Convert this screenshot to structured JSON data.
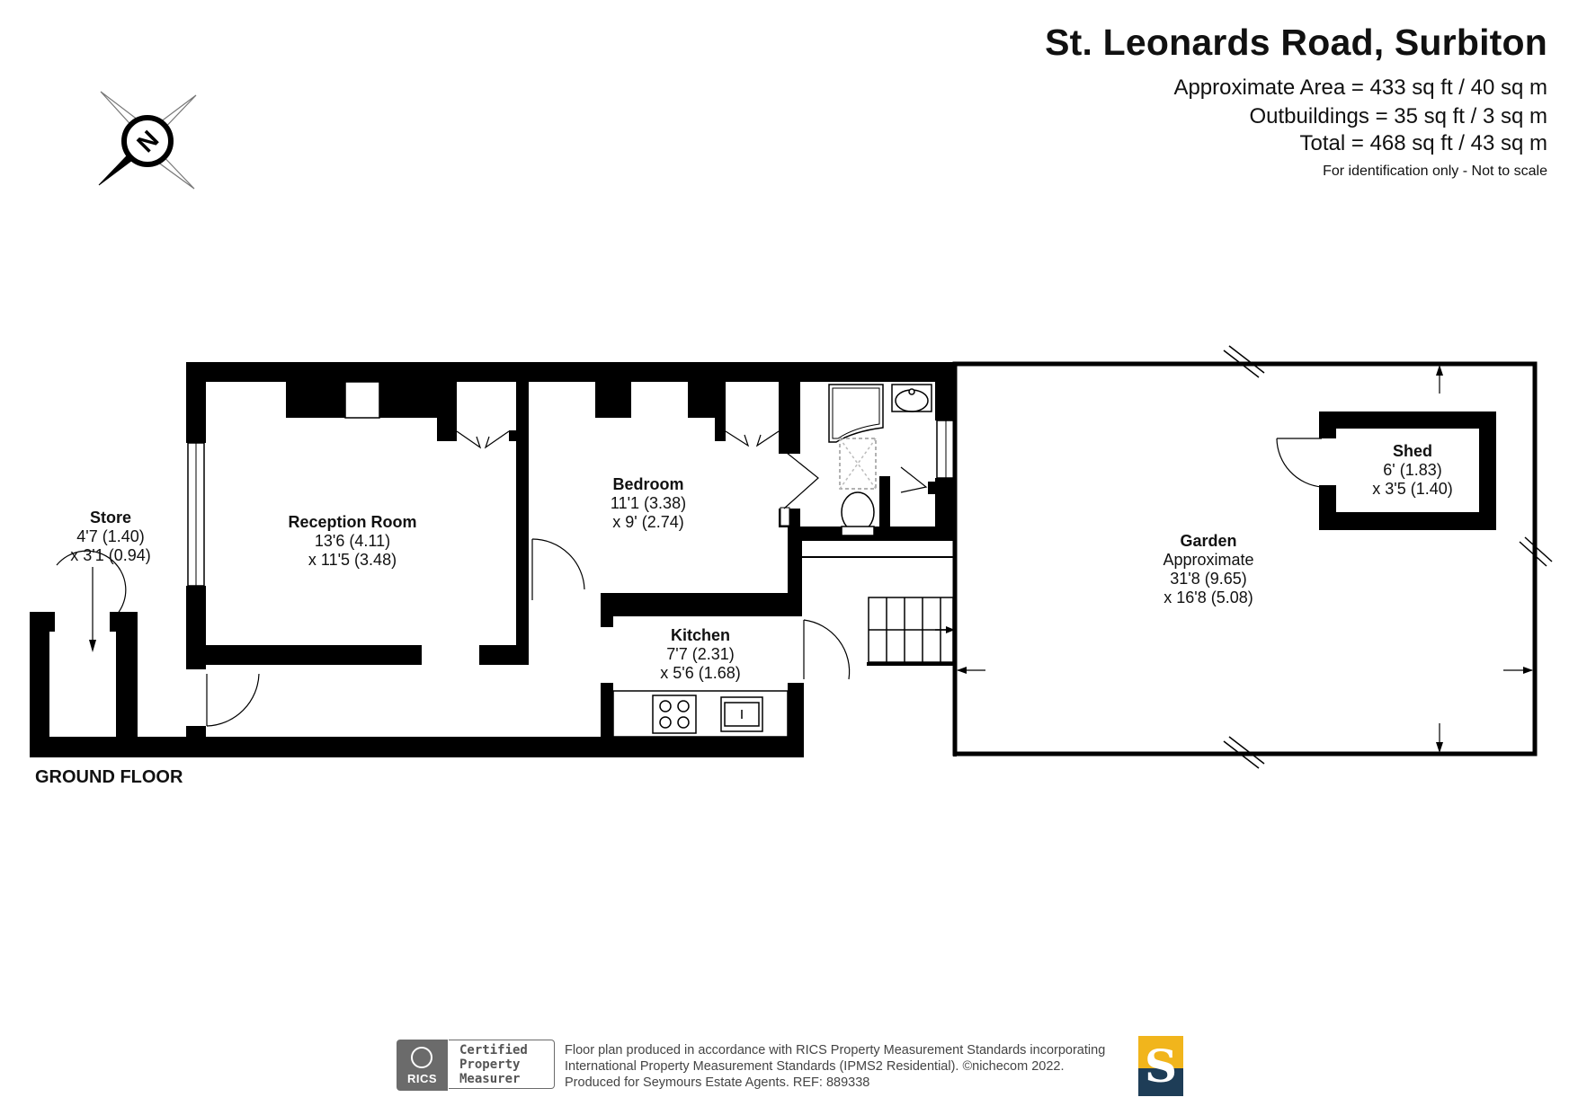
{
  "header": {
    "title": "St. Leonards Road, Surbiton",
    "approx_area": "Approximate Area = 433 sq ft / 40 sq m",
    "outbuildings": "Outbuildings = 35 sq ft / 3 sq m",
    "total": "Total = 468 sq ft / 43 sq m",
    "note": "For identification only - Not to scale"
  },
  "compass": {
    "letter": "N",
    "icon": "compass-north-icon"
  },
  "floor_label": "GROUND FLOOR",
  "rooms": {
    "store": {
      "name": "Store",
      "dim1": "4'7 (1.40)",
      "dim2": "x 3'1 (0.94)"
    },
    "reception": {
      "name": "Reception Room",
      "dim1": "13'6 (4.11)",
      "dim2": "x 11'5 (3.48)"
    },
    "bedroom": {
      "name": "Bedroom",
      "dim1": "11'1 (3.38)",
      "dim2": "x 9' (2.74)"
    },
    "kitchen": {
      "name": "Kitchen",
      "dim1": "7'7 (2.31)",
      "dim2": "x 5'6 (1.68)"
    },
    "garden": {
      "name": "Garden",
      "sub": "Approximate",
      "dim1": "31'8 (9.65)",
      "dim2": "x 16'8 (5.08)"
    },
    "shed": {
      "name": "Shed",
      "dim1": "6' (1.83)",
      "dim2": "x 3'5 (1.40)"
    }
  },
  "footer": {
    "rics_label": "RICS",
    "certified_line1": "Certified",
    "certified_line2": "Property",
    "certified_line3": "Measurer",
    "credit_line1": "Floor plan produced in accordance with RICS Property Measurement Standards incorporating",
    "credit_line2": "International Property Measurement Standards (IPMS2 Residential).   ©nichecom 2022.",
    "credit_line3": "Produced for Seymours Estate Agents.   REF:  889338",
    "logo_letter": "S"
  },
  "colors": {
    "wall": "#000000",
    "logo_gold": "#f1b51c",
    "logo_navy": "#1e3d57",
    "rics_grey": "#6b6b6b"
  }
}
